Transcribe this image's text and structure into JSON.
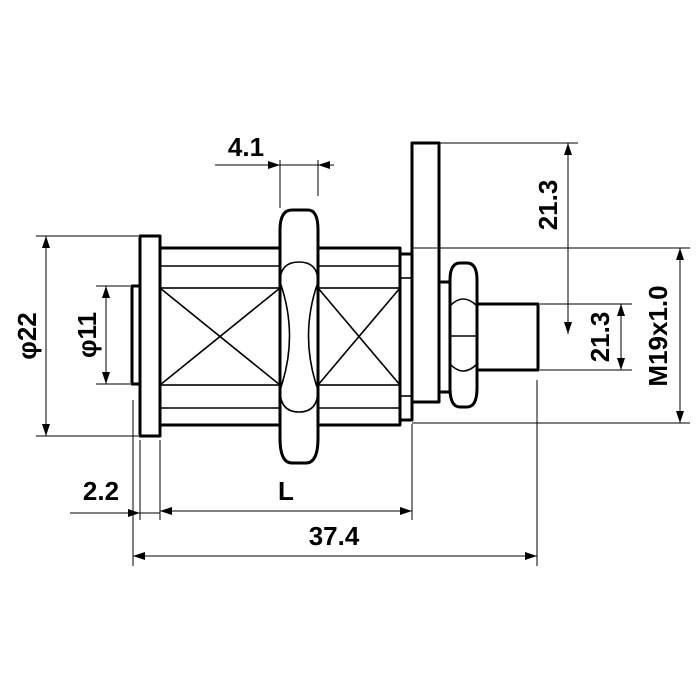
{
  "dimensions": {
    "hex_width": "4.1",
    "flange_height": "21.3",
    "stub_height": "21.3",
    "thread": "M19x1.0",
    "outer_diameter": "φ22",
    "inner_diameter": "φ11",
    "flange_thickness": "2.2",
    "length": "L",
    "overall_length": "37.4"
  },
  "colors": {
    "stroke": "#000000",
    "background": "#ffffff"
  }
}
